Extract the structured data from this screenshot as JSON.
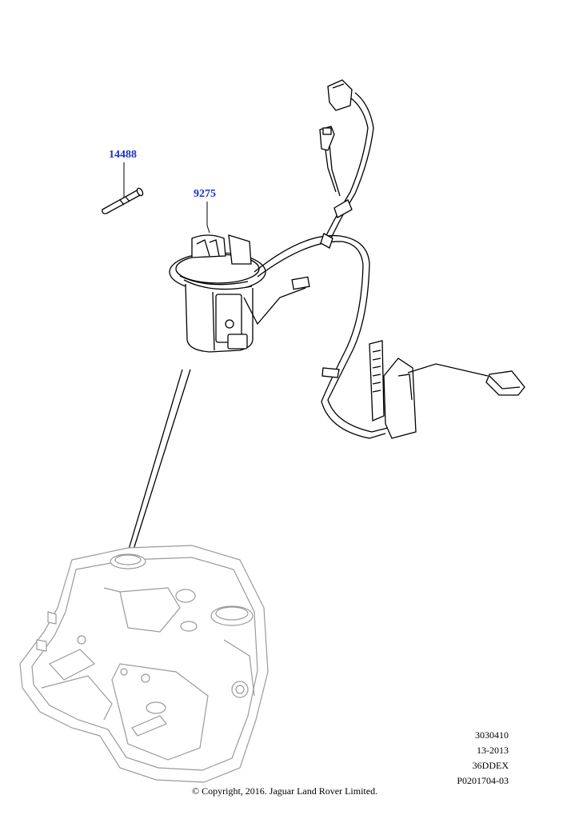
{
  "callouts": [
    {
      "id": "part-14488",
      "label": "14488"
    },
    {
      "id": "part-9275",
      "label": "9275"
    }
  ],
  "reference": {
    "line1": "3030410",
    "line2": "13-2013",
    "line3": "36DDEX",
    "line4": "P0201704-03"
  },
  "copyright": "© Copyright, 2016. Jaguar Land Rover Limited.",
  "colors": {
    "callout": "#1a33cc",
    "line_art": "#000000",
    "tank_ghost": "#9a9a9a"
  }
}
